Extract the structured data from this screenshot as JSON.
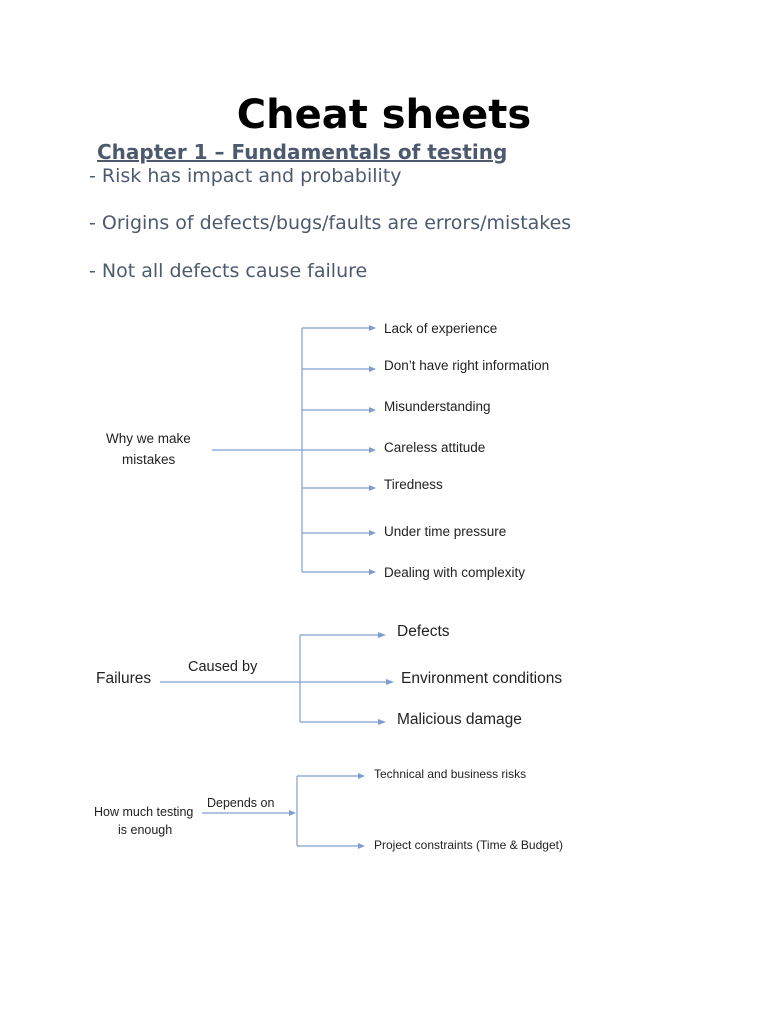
{
  "title": "Cheat sheets",
  "chapter": "Chapter 1 – Fundamentals of testing",
  "bullets": [
    "- Risk has impact and probability",
    "- Origins of defects/bugs/faults are errors/mistakes",
    "- Not all defects cause failure"
  ],
  "diagram_mistakes": {
    "root": [
      "Why we make",
      "mistakes"
    ],
    "items": [
      "Lack of experience",
      "Don’t have right information",
      "Misunderstanding",
      "Careless attitude",
      "Tiredness",
      "Under time pressure",
      "Dealing with complexity"
    ]
  },
  "diagram_failures": {
    "root": "Failures",
    "relation": "Caused by",
    "items": [
      "Defects",
      "Environment conditions",
      "Malicious damage"
    ]
  },
  "diagram_testing": {
    "root": [
      "How much testing",
      "is enough"
    ],
    "relation": "Depends on",
    "items": [
      "Technical and business risks",
      "Project constraints (Time & Budget)"
    ]
  }
}
